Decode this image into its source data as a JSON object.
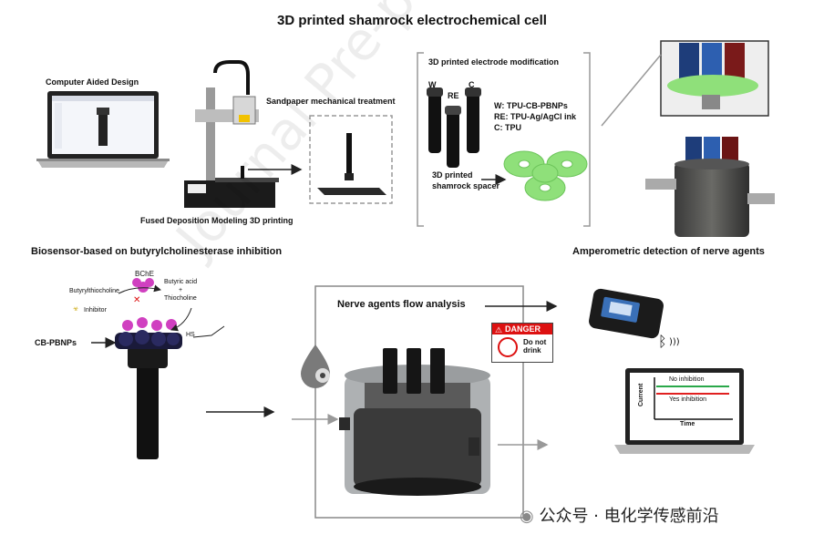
{
  "title": "3D printed shamrock electrochemical cell",
  "cad": {
    "label": "Computer Aided Design"
  },
  "fdm": {
    "label": "Fused Deposition Modeling 3D printing"
  },
  "sandpaper": {
    "label": "Sandpaper mechanical treatment"
  },
  "modification": {
    "heading": "3D printed electrode modification",
    "electrodes": [
      "W",
      "RE",
      "C"
    ],
    "legend": [
      "W: TPU-CB-PBNPs",
      "RE: TPU-Ag/AgCl ink",
      "C: TPU"
    ],
    "spacer_line1": "3D printed",
    "spacer_line2": "shamrock spacer"
  },
  "biosensor": {
    "heading": "Biosensor-based  on butyrylcholinesterase  inhibition",
    "bche": "BChE",
    "substrate": "Butyrylthiocholine",
    "product1": "Butyric acid",
    "plus": "+",
    "product2": "Thiocholine",
    "inhibitor": "Inhibitor",
    "cb_pbnps": "CB-PBNPs",
    "hs": "HS"
  },
  "flow": {
    "heading": "Nerve agents flow analysis"
  },
  "danger": {
    "header": "DANGER",
    "line1": "Do not",
    "line2": "drink"
  },
  "amperometric": {
    "heading": "Amperometric  detection  of nerve agents",
    "no_inhibition": "No inhibition",
    "yes_inhibition": "Yes inhibition",
    "ylabel": "Current",
    "xlabel": "Time",
    "colors": {
      "no_inhibition": "#2aa84a",
      "yes_inhibition": "#e02020"
    }
  },
  "watermark": "Journal Pre-proof",
  "footer": "公众号 · 电化学传感前沿",
  "colors": {
    "spacer_green": "#8fe07a",
    "molecule_magenta": "#d040c0",
    "cell_gray": "#4a4a4a"
  }
}
